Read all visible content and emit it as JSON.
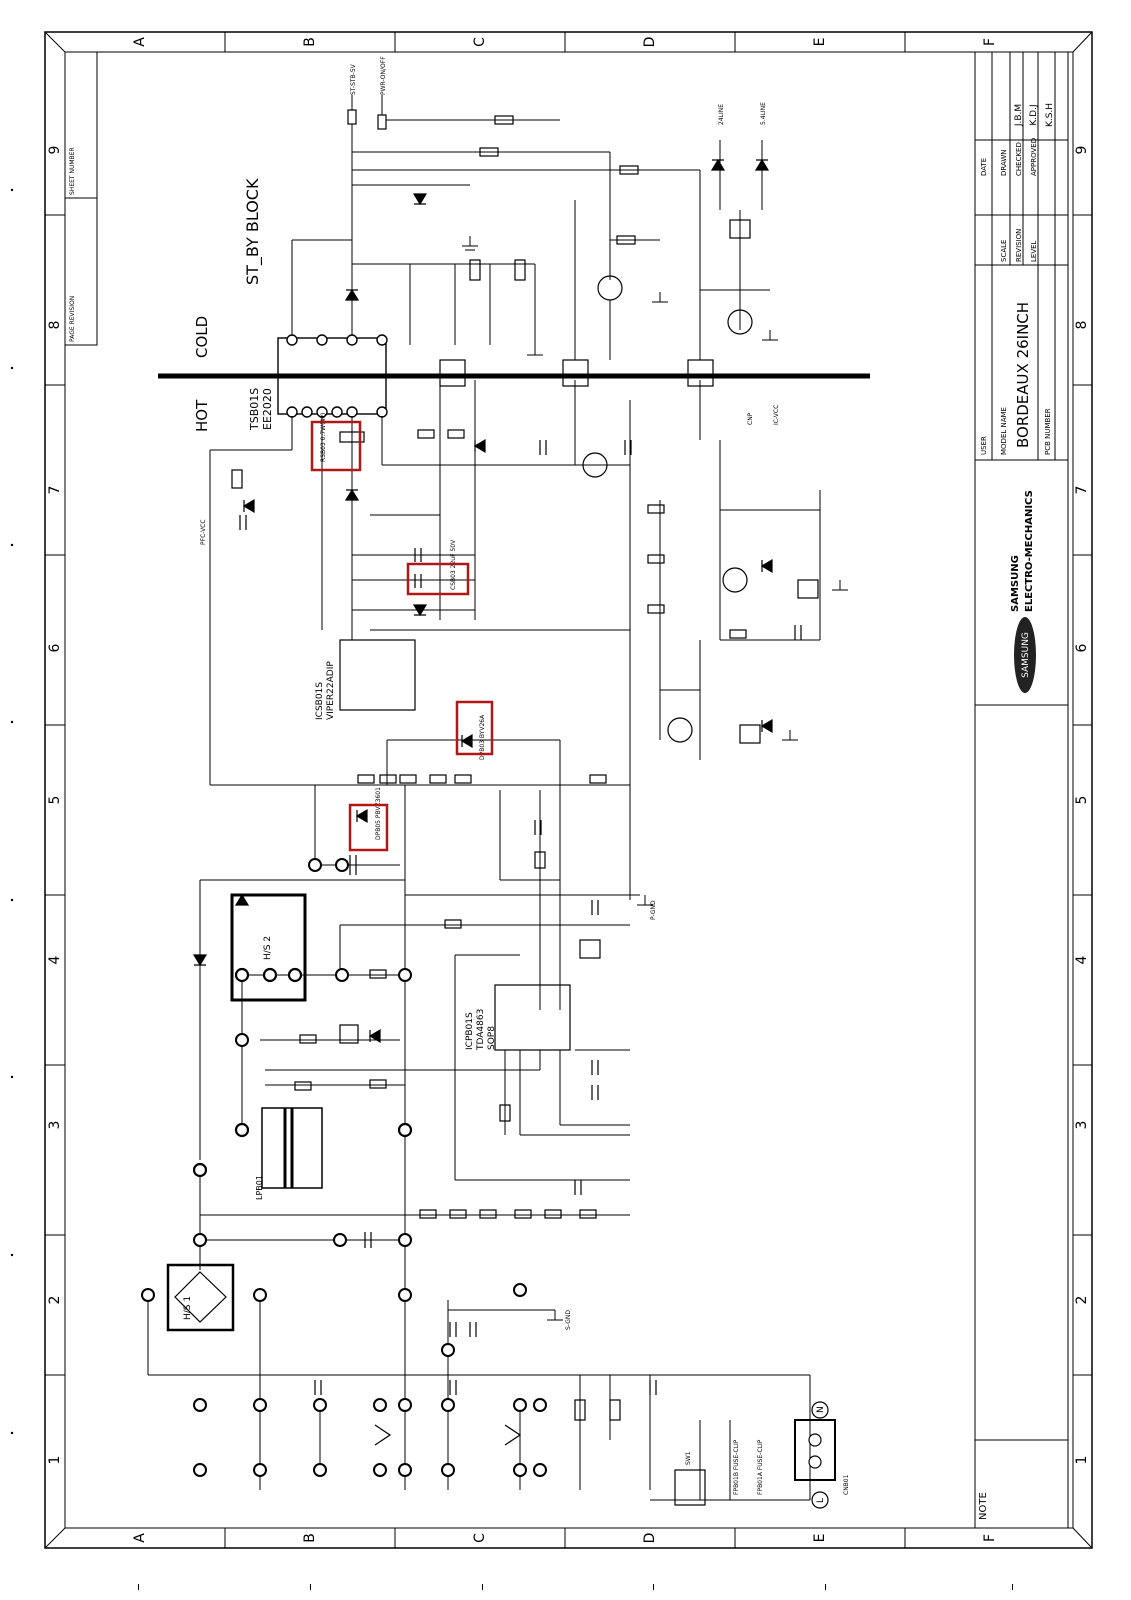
{
  "sheet": {
    "column_letters": [
      "A",
      "B",
      "C",
      "D",
      "E",
      "F"
    ],
    "row_numbers": [
      "1",
      "2",
      "3",
      "4",
      "5",
      "6",
      "7",
      "8",
      "9"
    ]
  },
  "title_block": {
    "page_revision_label": "PAGE REVISION",
    "sheet_number_label": "SHEET NUMBER",
    "date_label": "DATE",
    "drawn_label": "DRAWN",
    "checked_label": "CHECKED",
    "approved_label": "APPROVED",
    "drawn_by": "J.B.M",
    "checked_by": "K.D.J",
    "approved_by": "K.S.H",
    "scale_label": "SCALE",
    "revision_label": "REVISION",
    "level_label": "LEVEL",
    "model_name_label": "MODEL NAME",
    "model_name": "BORDEAUX 26INCH",
    "pcb_number_label": "PCB NUMBER",
    "user_label": "USER",
    "company_line1": "SAMSUNG",
    "company_line2": "ELECTRO-MECHANICS",
    "logo_text": "SAMSUNG",
    "note_label": "NOTE"
  },
  "schematic": {
    "block_title": "ST_BY BLOCK",
    "cold_label": "COLD",
    "hot_label": "HOT",
    "transformer_name": "TSB01S",
    "transformer_core": "EE2020",
    "ic_standby_ref": "ICSB01S",
    "ic_standby_part": "VIPER22ADIP",
    "ic_pfc_ref": "ICPB01S",
    "ic_pfc_part": "TDA4863",
    "ic_pfc_pkg": "SOP8",
    "heatsink1": "H/S 1",
    "heatsink2": "H/S 2",
    "inductor_label": "LPB01",
    "labels": {
      "st_5v": "ST-STB-5V",
      "pwr_on_off": "PWR-ON/OFF",
      "v24_line": "24LINE",
      "v5_4_line": "5.4LINE",
      "s_gnd": "S-GND",
      "p_gnd": "P-GND",
      "ic_vcc": "IC-VCC",
      "pfc_vcc": "PFC-VCC",
      "cnp": "CNP",
      "cn_in": "CNB01",
      "fuse1": "FPB01A FUSE-CLIP",
      "fuse2": "FPB01B FUSE-CLIP",
      "diode_hl1": "DPB03 BYV26A",
      "diode_hl2": "DPB05 PBVZ3601",
      "res_hl": "RSB03 0.7W(4P)",
      "cap_hl": "CSB03 22uF 50V",
      "line_l": "L",
      "line_n": "N",
      "sw": "SW1"
    }
  }
}
